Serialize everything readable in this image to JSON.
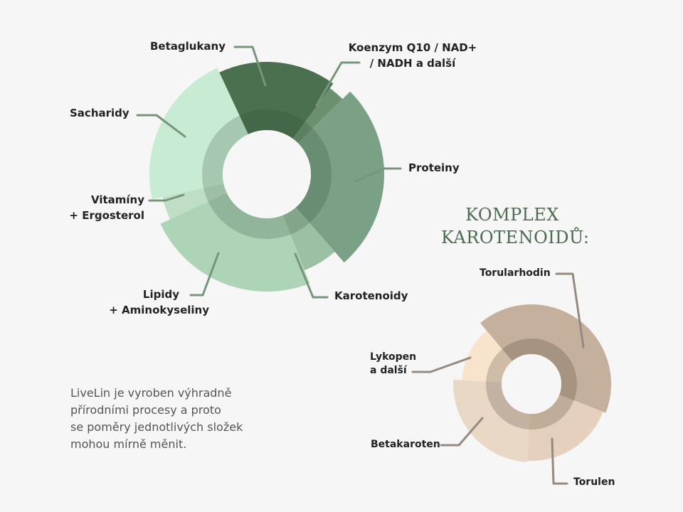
{
  "chart_data": [
    {
      "type": "pie",
      "style": "nested-donut",
      "title": "",
      "colors": {
        "Betaglukany": "#4a7050",
        "Koenzym Q10 / NAD+ / NADH a další": "#6a9070",
        "Proteiny": "#7aa086",
        "Karotenoidy": "#9cc0a4",
        "Lipidy + Aminokyseliny": "#aed4b8",
        "Vitamíny + Ergosterol": "#bedfc6",
        "Sacharidy": "#c8ebd4"
      },
      "slices": [
        {
          "label": "Betaglukany",
          "value": 17
        },
        {
          "label": "Koenzym Q10 / NAD+ / NADH a další",
          "value": 2.5
        },
        {
          "label": "Proteiny",
          "value": 26
        },
        {
          "label": "Karotenoidy",
          "value": 5.5
        },
        {
          "label": "Lipidy + Aminokyseliny",
          "value": 24
        },
        {
          "label": "Vitamíny + Ergosterol",
          "value": 3.5
        },
        {
          "label": "Sacharidy",
          "value": 21.5
        }
      ],
      "labels": {
        "betaglukany": "Betaglukany",
        "koenzym": [
          "Koenzym Q10 / NAD+",
          "/ NADH a další"
        ],
        "proteiny": "Proteiny",
        "karotenoidy": "Karotenoidy",
        "lipidy": [
          "Lipidy",
          "+ Aminokyseliny"
        ],
        "vitaminy": [
          "Vitamíny",
          "+ Ergosterol"
        ],
        "sacharidy": "Sacharidy"
      }
    },
    {
      "type": "pie",
      "style": "nested-donut",
      "title": "KOMPLEX KAROTENOIDŮ:",
      "title_lines": [
        "KOMPLEX",
        "KAROTENOIDŮ:"
      ],
      "colors": {
        "Torularhodin": "#c4b09c",
        "Torulen": "#e4d0bc",
        "Betakaroten": "#ead8c6",
        "Lykopen a další": "#f8e4cc"
      },
      "slices": [
        {
          "label": "Torularhodin",
          "value": 42
        },
        {
          "label": "Torulen",
          "value": 20
        },
        {
          "label": "Betakaroten",
          "value": 25
        },
        {
          "label": "Lykopen a další",
          "value": 13
        }
      ],
      "labels": {
        "torularhodin": "Torularhodin",
        "torulen": "Torulen",
        "betakaroten": "Betakaroten",
        "lykopen": [
          "Lykopen",
          "a další"
        ]
      }
    }
  ],
  "note": "LiveLin je vyroben výhradně přírodními procesy a proto se poměry jednotlivých složek mohou mírně měnit.",
  "note_lines": [
    "LiveLin je vyroben výhradně",
    "přírodními procesy a proto",
    "se poměry jednotlivých složek",
    "mohou mírně měnit."
  ]
}
